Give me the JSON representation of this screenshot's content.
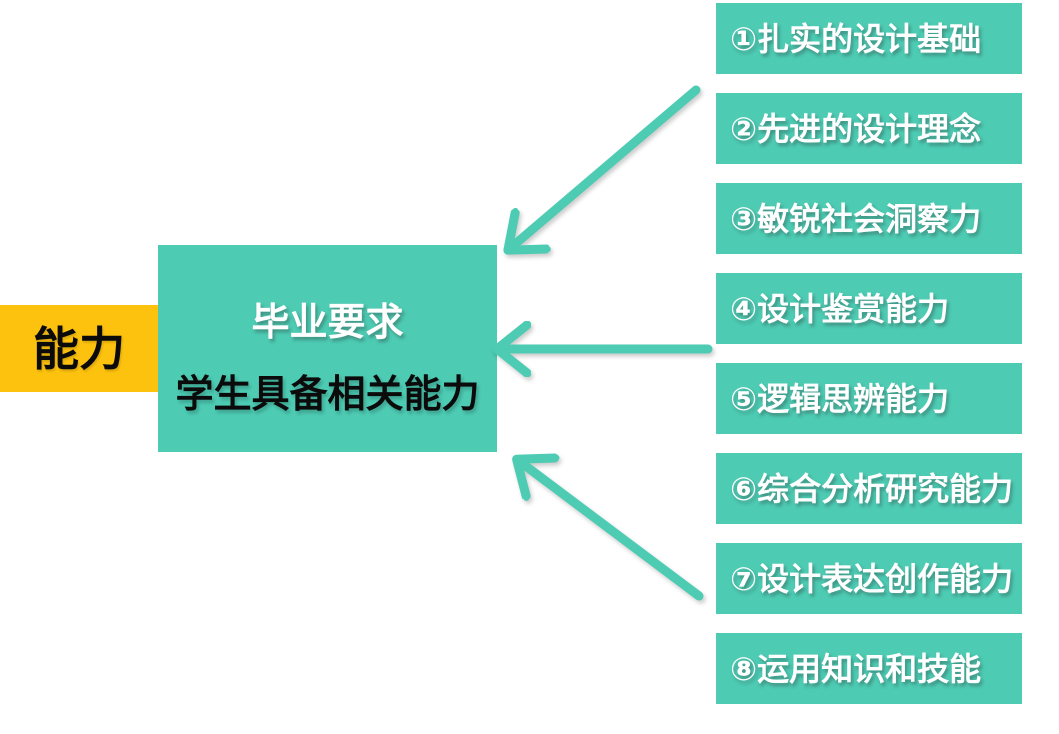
{
  "colors": {
    "teal": "#4DCBB3",
    "yellow": "#FDC20E",
    "background": "#FFFFFF",
    "text_dark": "#0B0B0B",
    "text_light": "#FFFFFF"
  },
  "left_label": {
    "text": "能力"
  },
  "center_box": {
    "title": "毕业要求",
    "subtitle": "学生具备相关能力"
  },
  "right_items": [
    "①扎实的设计基础",
    "②先进的设计理念",
    "③敏锐社会洞察力",
    "④设计鉴赏能力",
    "⑤逻辑思辨能力",
    "⑥综合分析研究能力",
    "⑦设计表达创作能力",
    "⑧运用知识和技能"
  ]
}
